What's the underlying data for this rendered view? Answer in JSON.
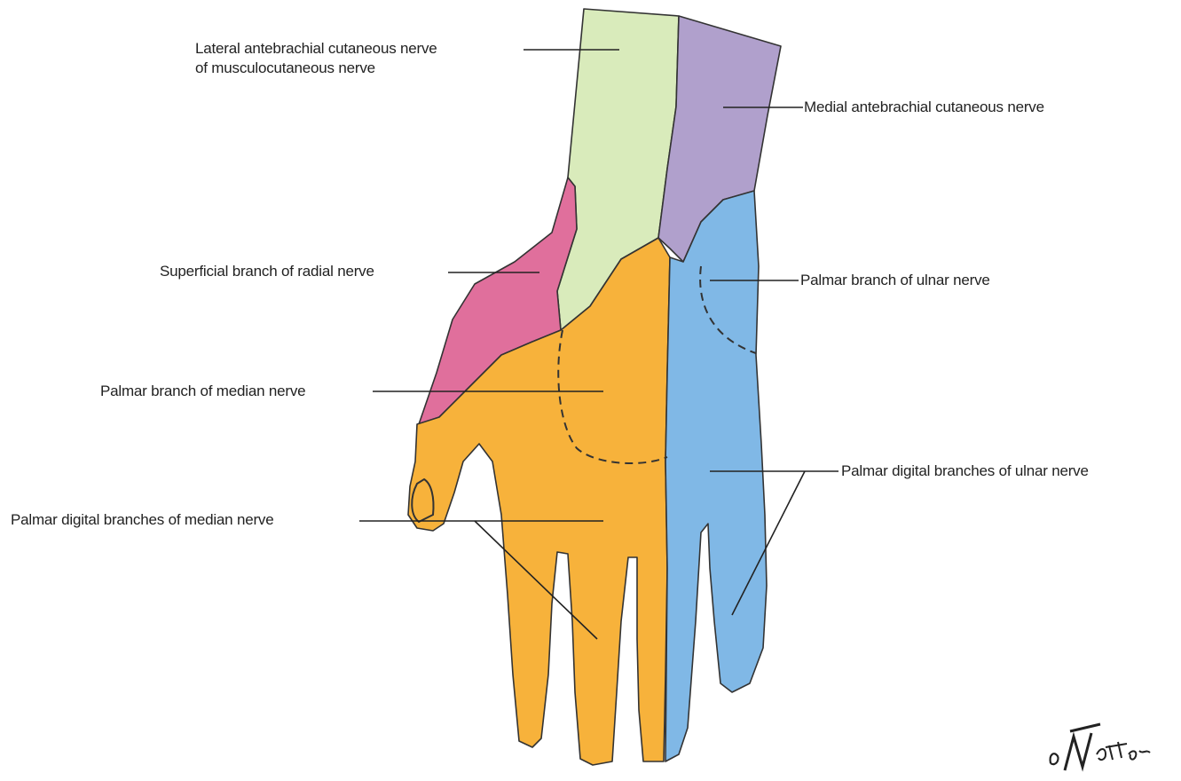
{
  "labels": {
    "lateral_antebrachial": [
      "Lateral antebrachial cutaneous nerve",
      "of musculocutaneous nerve"
    ],
    "medial_antebrachial": "Medial antebrachial cutaneous nerve",
    "superficial_radial": "Superficial branch of radial nerve",
    "palmar_ulnar": "Palmar branch of ulnar nerve",
    "palmar_median": "Palmar branch of median nerve",
    "palmar_digital_ulnar": "Palmar digital branches of ulnar nerve",
    "palmar_digital_median": "Palmar digital branches of median nerve"
  },
  "signature": "F. Netter",
  "colors": {
    "musculocutaneous": "#d9ebbb",
    "medial_antebrachial": "#b0a0cc",
    "radial": "#e06f9c",
    "median": "#f7b23b",
    "ulnar": "#80b8e6",
    "outline": "#333333",
    "leader": "#222222"
  }
}
